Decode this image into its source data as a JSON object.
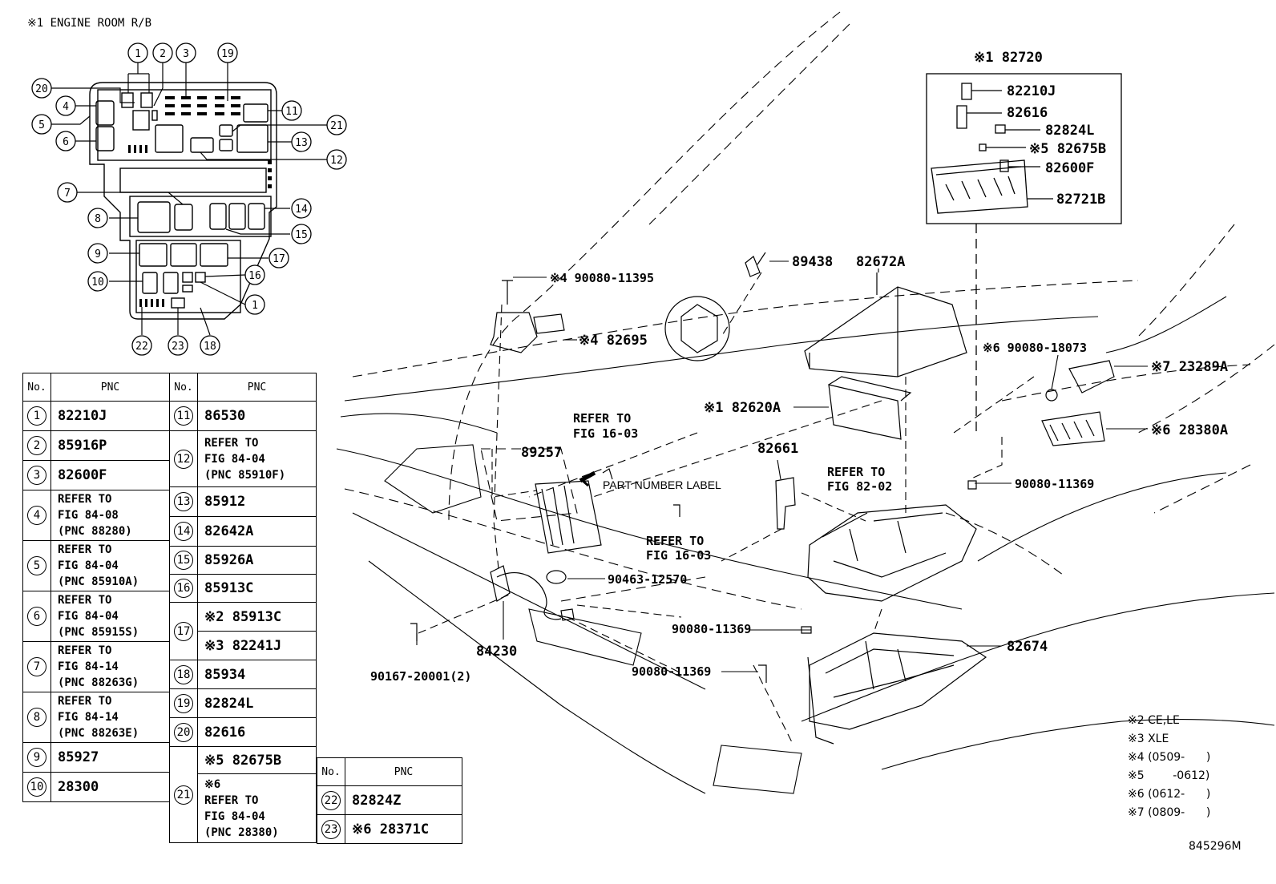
{
  "title": "※1 ENGINE ROOM R/B",
  "table1": {
    "headers": {
      "no": "No.",
      "pnc": "PNC"
    },
    "rows": [
      {
        "no": "1",
        "pnc": "82210J"
      },
      {
        "no": "2",
        "pnc": "85916P"
      },
      {
        "no": "3",
        "pnc": "82600F"
      },
      {
        "no": "4",
        "pnc": "REFER TO\nFIG 84-08\n(PNC 88280)"
      },
      {
        "no": "5",
        "pnc": "REFER TO\nFIG 84-04\n(PNC 85910A)"
      },
      {
        "no": "6",
        "pnc": "REFER TO\nFIG 84-04\n(PNC 85915S)"
      },
      {
        "no": "7",
        "pnc": "REFER TO\nFIG 84-14\n(PNC 88263G)"
      },
      {
        "no": "8",
        "pnc": "REFER TO\nFIG 84-14\n(PNC 88263E)"
      },
      {
        "no": "9",
        "pnc": "85927"
      },
      {
        "no": "10",
        "pnc": "28300"
      }
    ]
  },
  "table2": {
    "headers": {
      "no": "No.",
      "pnc": "PNC"
    },
    "rows": [
      {
        "no": "11",
        "pnc": "86530"
      },
      {
        "no": "12",
        "pnc": "REFER TO\nFIG 84-04\n(PNC 85910F)"
      },
      {
        "no": "13",
        "pnc": "85912"
      },
      {
        "no": "14",
        "pnc": "82642A"
      },
      {
        "no": "15",
        "pnc": "85926A"
      },
      {
        "no": "16",
        "pnc": "85913C"
      },
      {
        "no": "17",
        "pnc_a": "※2 85913C",
        "pnc_b": "※3 82241J"
      },
      {
        "no": "18",
        "pnc": "85934"
      },
      {
        "no": "19",
        "pnc": "82824L"
      },
      {
        "no": "20",
        "pnc": "82616"
      },
      {
        "no": "21",
        "pnc_a": "※5 82675B",
        "pnc_b": "※6\nREFER TO\nFIG 84-04\n(PNC 28380)"
      }
    ]
  },
  "table3": {
    "headers": {
      "no": "No.",
      "pnc": "PNC"
    },
    "rows": [
      {
        "no": "22",
        "pnc": "82824Z"
      },
      {
        "no": "23",
        "pnc": "※6 28371C"
      }
    ]
  },
  "box_labels": {
    "header": "※1 82720",
    "items": [
      "82210J",
      "82616",
      "82824L",
      "※5 82675B",
      "82600F",
      "82721B"
    ]
  },
  "part_labels": {
    "p89438": "89438",
    "p82672A": "82672A",
    "p90080_11395": "※4 90080-11395",
    "p82695": "※4 82695",
    "p90080_18073": "※6 90080-18073",
    "p23289A": "※7 23289A",
    "p28380A": "※6 28380A",
    "p82620A": "※1 82620A",
    "refer1603a_l1": "REFER TO",
    "refer1603a_l2": "FIG 16-03",
    "p89257": "89257",
    "part_number_label": "PART NUMBER LABEL",
    "p82661": "82661",
    "refer8202_l1": "REFER TO",
    "refer8202_l2": "FIG 82-02",
    "p90080_11369a": "90080-11369",
    "refer1603b_l1": "REFER TO",
    "refer1603b_l2": "FIG 16-03",
    "p90463": "90463-12570",
    "p90080_11369b": "90080-11369",
    "p84230": "84230",
    "p82674": "82674",
    "p90080_11369c": "90080-11369",
    "p90167": "90167-20001(2)"
  },
  "notes": [
    "※2 CE,LE",
    "※3 XLE",
    "※4 (0509-      )",
    "※5        -0612)",
    "※6 (0612-      )",
    "※7 (0809-      )"
  ],
  "diagram_code": "845296M"
}
